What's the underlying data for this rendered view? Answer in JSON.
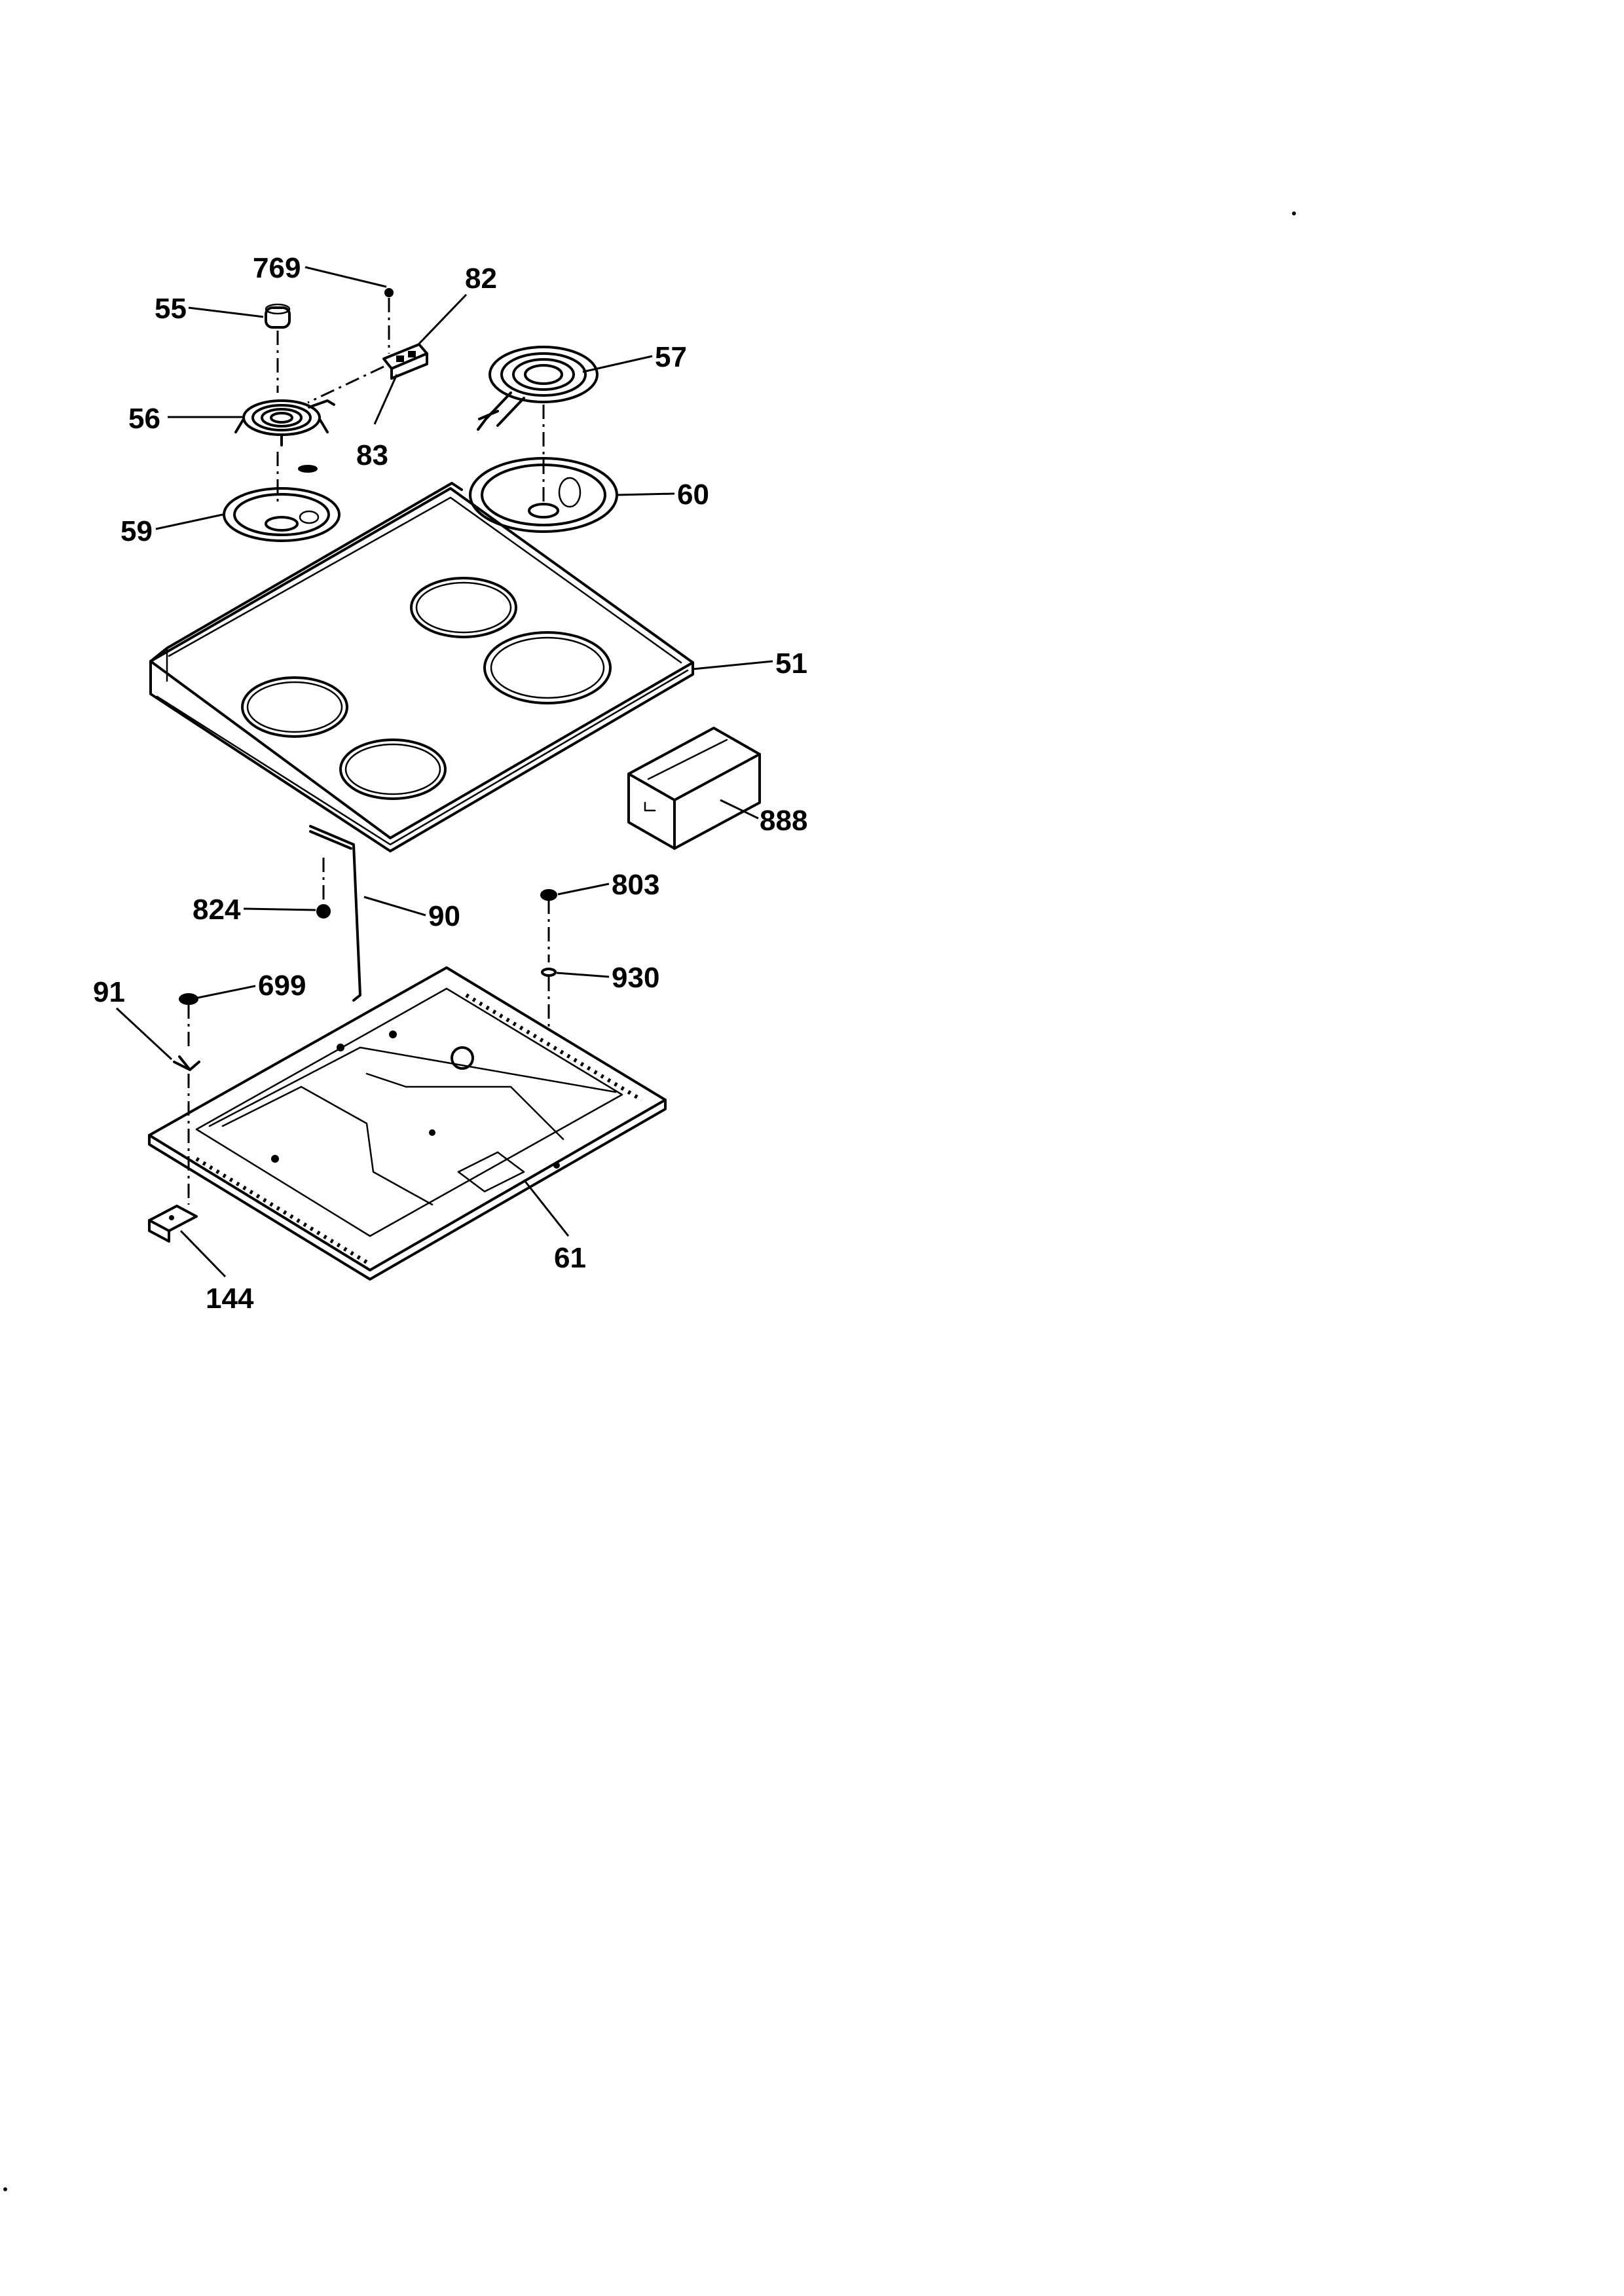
{
  "callouts": {
    "c769": "769",
    "c82": "82",
    "c55": "55",
    "c57": "57",
    "c56": "56",
    "c83": "83",
    "c60": "60",
    "c59": "59",
    "c51": "51",
    "c888": "888",
    "c803": "803",
    "c824": "824",
    "c90": "90",
    "c930": "930",
    "c91": "91",
    "c699": "699",
    "c61": "61",
    "c144": "144"
  }
}
